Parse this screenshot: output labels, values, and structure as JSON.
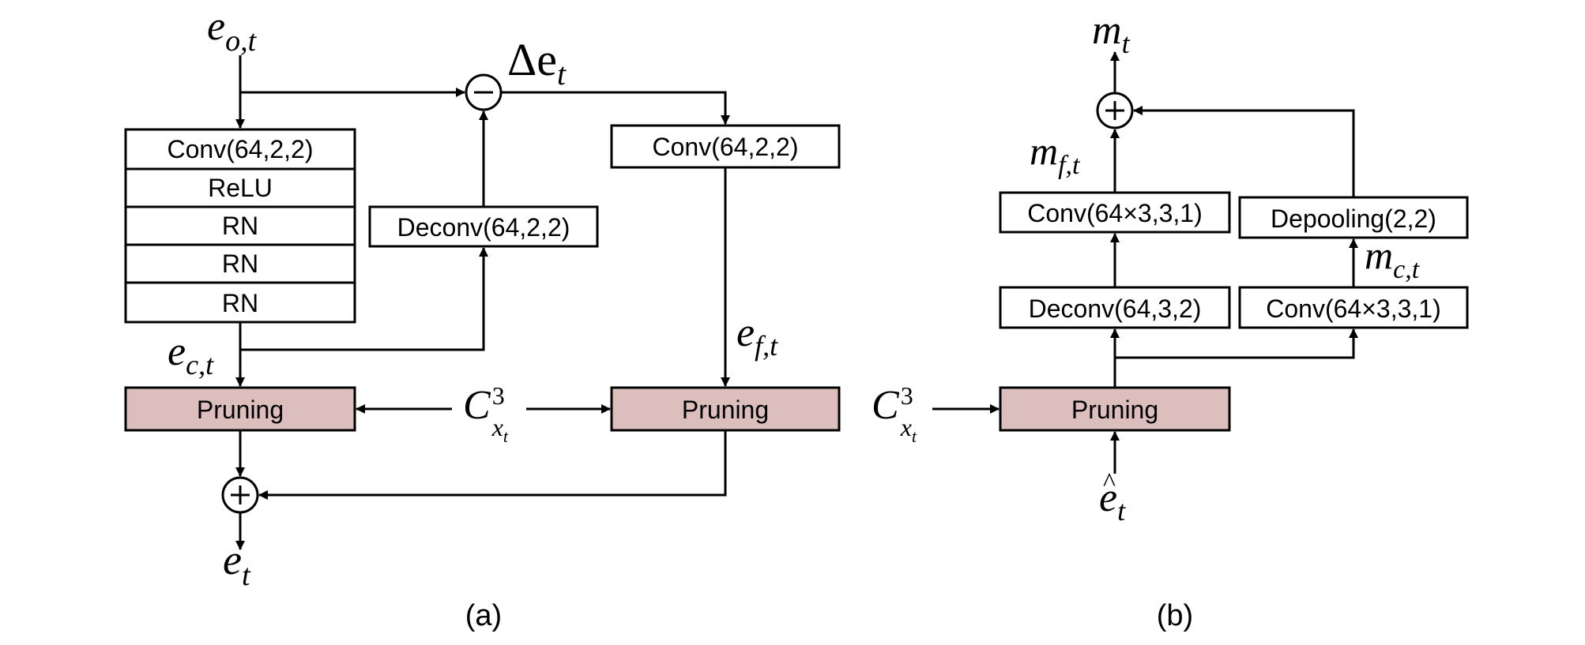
{
  "panel_a": {
    "caption": "(a)",
    "input": {
      "base": "e",
      "sub": "o,t"
    },
    "stack": [
      "Conv(64,2,2)",
      "ReLU",
      "RN",
      "RN",
      "RN"
    ],
    "deconv": "Deconv(64,2,2)",
    "subtract_symbol": "−",
    "delta": {
      "base": "Δe",
      "sub": "t"
    },
    "conv_right": "Conv(64,2,2)",
    "ec": {
      "base": "e",
      "sub": "c,t"
    },
    "ef": {
      "base": "e",
      "sub": "f,t"
    },
    "prune_left": "Pruning",
    "prune_right": "Pruning",
    "mask": {
      "base": "C",
      "sup": "3",
      "sub": "x",
      "subsub": "t"
    },
    "add_symbol": "+",
    "output": {
      "base": "e",
      "sub": "t"
    }
  },
  "panel_b": {
    "caption": "(b)",
    "output": {
      "base": "m",
      "sub": "t"
    },
    "add_symbol": "+",
    "mf": {
      "base": "m",
      "sub": "f,t"
    },
    "conv_left": "Conv(64×3,3,1)",
    "deconv": "Deconv(64,3,2)",
    "depool": "Depooling(2,2)",
    "mc": {
      "base": "m",
      "sub": "c,t"
    },
    "conv_right": "Conv(64×3,3,1)",
    "mask": {
      "base": "C",
      "sup": "3",
      "sub": "x",
      "subsub": "t"
    },
    "prune": "Pruning",
    "input": {
      "base": "e",
      "accent": "^",
      "sub": "t"
    }
  }
}
